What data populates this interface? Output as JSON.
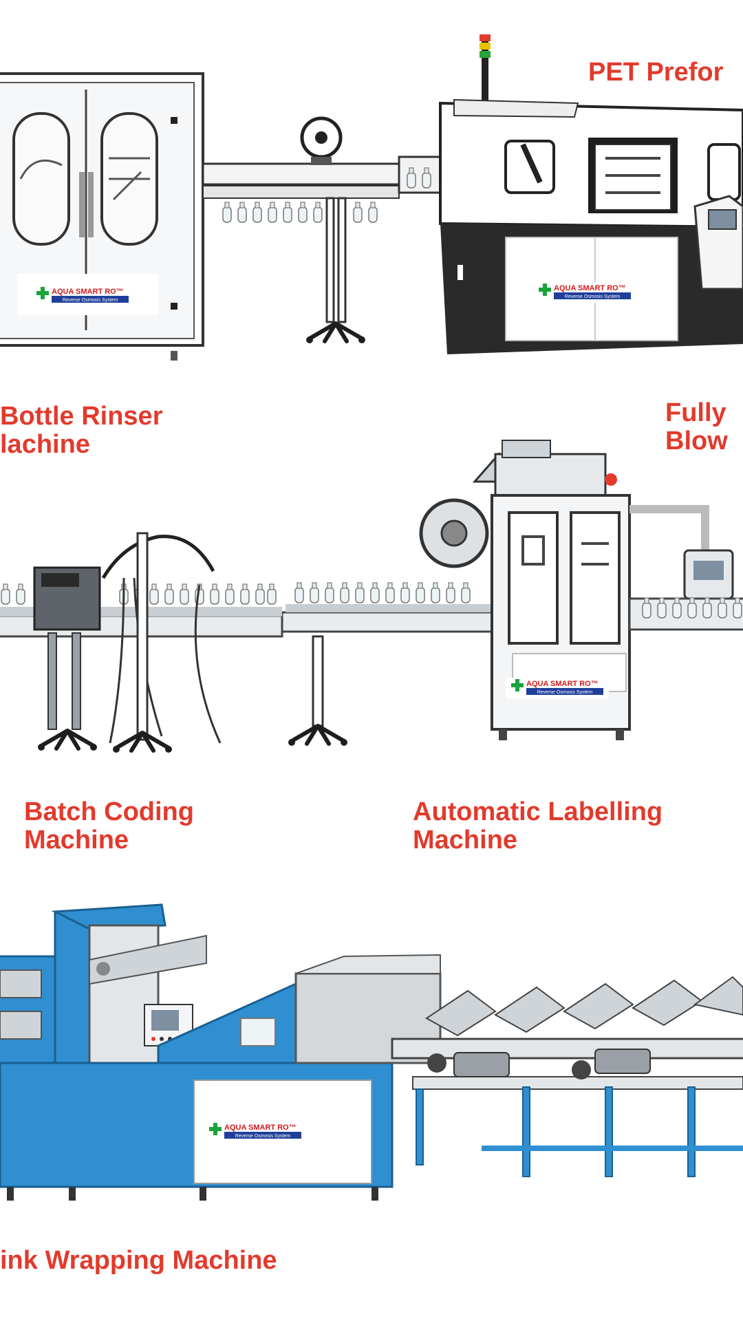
{
  "brand": {
    "name": "AQUA SMART RO",
    "tagline": "Reverse Osmosis System",
    "cross_color": "#1aa33b",
    "name_color": "#d11a1a",
    "tagline_bg": "#1f3f9a"
  },
  "colors": {
    "label": "#e33a2c",
    "machine_blue": "#2f8fd0",
    "metal": "#c8cdd2",
    "dark": "#2a2a2a"
  },
  "labels": {
    "pet_preform": "PET Prefor",
    "bottle_rinser_line1": "Bottle Rinser",
    "bottle_rinser_line2": "lachine",
    "fully_blow_line1": "Fully",
    "fully_blow_line2": "Blow",
    "batch_coding_line1": "Batch Coding",
    "batch_coding_line2": "Machine",
    "labelling_line1": "Automatic Labelling",
    "labelling_line2": "Machine",
    "shrink_wrapping": "ink Wrapping Machine"
  }
}
